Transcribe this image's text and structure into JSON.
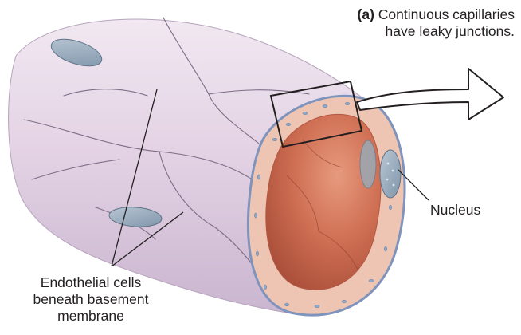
{
  "caption": {
    "letter": "(a)",
    "line1": "Continuous capillaries",
    "line2": "have leaky junctions."
  },
  "labels": {
    "nucleus": "Nucleus",
    "endothelial_line1": "Endothelial cells",
    "endothelial_line2": "beneath basement",
    "endothelial_line3": "membrane"
  },
  "colors": {
    "outer_wall": "#dccbe0",
    "lumen": "#c9684f",
    "basement_membrane": "#8a9cc4",
    "cell_nucleus": "#8da3b7",
    "text": "#231f20"
  }
}
